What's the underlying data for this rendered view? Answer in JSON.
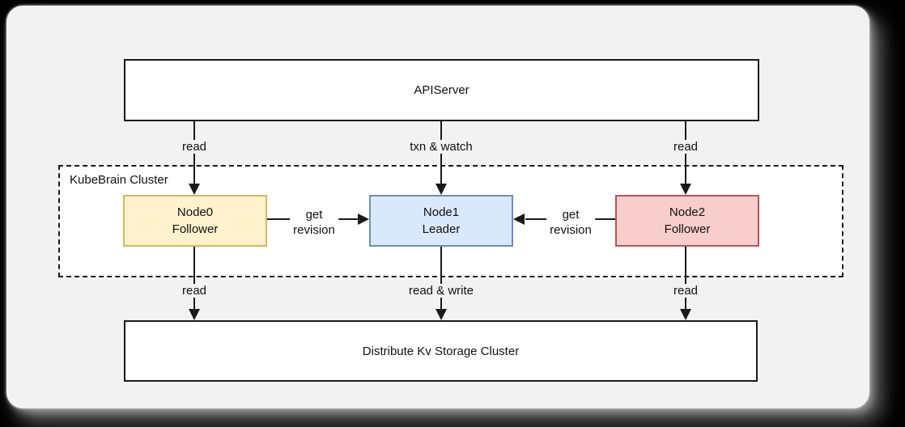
{
  "window": {
    "page_background": "#000000",
    "canvas_background": "#f1f2f1"
  },
  "api_server": {
    "label": "APIServer"
  },
  "kubebrain_cluster": {
    "label": "KubeBrain Cluster"
  },
  "nodes": [
    {
      "name": "Node0",
      "role": "Follower",
      "fill": "#fff2cc",
      "border": "#d6b656"
    },
    {
      "name": "Node1",
      "role": "Leader",
      "fill": "#dae8fc",
      "border": "#6c8ebf"
    },
    {
      "name": "Node2",
      "role": "Follower",
      "fill": "#f8cecc",
      "border": "#b85450"
    }
  ],
  "storage": {
    "label": "Distribute Kv Storage Cluster"
  },
  "edges": {
    "apiserver_to_node0": "read",
    "apiserver_to_node1": "txn & watch",
    "apiserver_to_node2": "read",
    "node0_to_node1_line1": "get",
    "node0_to_node1_line2": "revision",
    "node2_to_node1_line1": "get",
    "node2_to_node1_line2": "revision",
    "node0_to_storage": "read",
    "node1_to_storage": "read & write",
    "node2_to_storage": "read"
  }
}
